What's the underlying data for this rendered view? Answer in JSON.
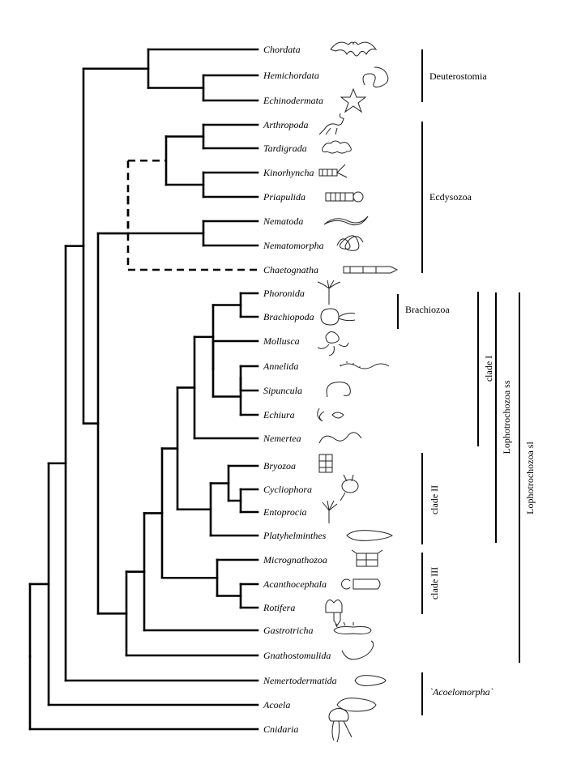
{
  "taxa": [
    "Chordata",
    "Hemichordata",
    "Echinodermata",
    "Arthropoda",
    "Tardigrada",
    "Kinorhyncha",
    "Priapulida",
    "Nematoda",
    "Nematomorpha",
    "Chaetognatha",
    "Phoronida",
    "Brachiopoda",
    "Mollusca",
    "Annelida",
    "Sipuncula",
    "Echiura",
    "Nemertea",
    "Bryozoa",
    "Cycliophora",
    "Entoprocia",
    "Platyhelminthes",
    "Micrognathozoa",
    "Acanthocephala",
    "Rotifera",
    "Gastrotricha",
    "Gnathostomulida",
    "Nemertodermatida",
    "Acoela",
    "Cnidaria"
  ],
  "groups": {
    "deuterostomia": "Deuterostomia",
    "ecdysozoa": "Ecdysozoa",
    "brachiozoa": "Brachiozoa",
    "clade_1": "clade I",
    "clade_2": "clade II",
    "clade_3": "clade III",
    "lophotrochozoa_ss": "Lophotrochozoa ss",
    "lophotrochozoa_sl": "Lophotrochozoa sl",
    "acoelomorpha": "`Acoelomorpha`"
  },
  "icons": [
    "bat-icon",
    "acorn-worm-icon",
    "starfish-icon",
    "scorpion-icon",
    "tardigrade-icon",
    "kinorhynch-icon",
    "priapulid-icon",
    "nematode-icon",
    "horsehair-worm-icon",
    "arrow-worm-icon",
    "phoronid-icon",
    "brachiopod-icon",
    "octopus-icon",
    "annelid-worm-icon",
    "sipunculid-icon",
    "echiuran-icon",
    "ribbon-worm-icon",
    "bryozoan-icon",
    "cycliophoran-icon",
    "entoproct-icon",
    "flatworm-icon",
    "micrognathozoan-icon",
    "acanthocephalan-icon",
    "rotifer-icon",
    "gastrotrich-icon",
    "gnathostomulid-icon",
    "nemertodermatid-icon",
    "acoel-icon",
    "jellyfish-icon"
  ],
  "colors": {
    "line": "#000000",
    "background": "#ffffff"
  }
}
